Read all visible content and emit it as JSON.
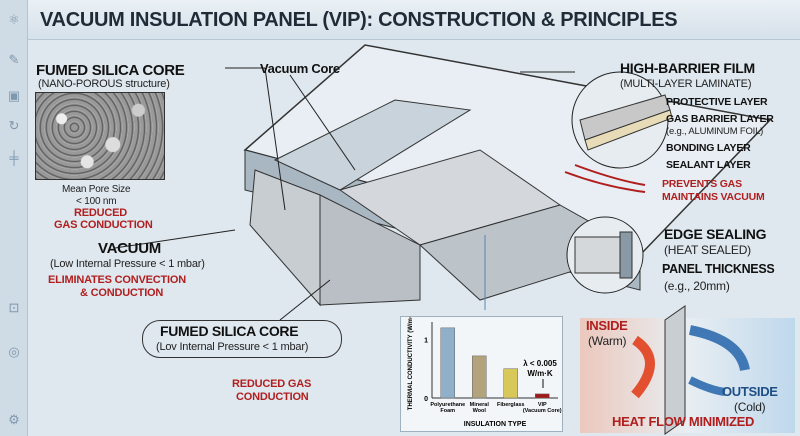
{
  "title": "VACUUM INSULATION PANEL (VIP): CONSTRUCTION & PRINCIPLES",
  "sidebar": {
    "icons": [
      "atom-icon",
      "edit-icon",
      "chip-icon",
      "refresh-icon",
      "component-icon",
      "lock-icon",
      "fingerprint-icon",
      "gear-icon"
    ]
  },
  "core_top": {
    "heading": "FUMED SILICA CORE",
    "sub": "(NANO-POROUS structure)",
    "pore1": "Mean Pore Size",
    "pore2": "< 100 nm",
    "effect1": "REDUCED",
    "effect2": "GAS CONDUCTION"
  },
  "vacuum_core": "Vacuum Core",
  "vacuum": {
    "heading": "VACUUM",
    "sub": "(Low Internal Pressure < 1 mbar)",
    "effect1": "ELIMINATES CONVECTION",
    "effect2": "& CONDUCTION"
  },
  "core_bottom": {
    "heading": "FUMED SILICA CORE",
    "sub": "(Lov Internal Pressure < 1 mbar)",
    "effect1": "REDUCED GAS",
    "effect2": "CONDUCTION"
  },
  "film": {
    "heading": "HIGH-BARRIER FILM",
    "sub": "(MULTI-LAYER LAMINATE)",
    "layers": [
      "PROTECTIVE LAYER",
      "GAS BARRIER LAYER",
      "BONDING LAYER",
      "SEALANT LAYER"
    ],
    "barrier_note": "(e.g., ALUMINUM FOIL)",
    "effect1": "PREVENTS GAS",
    "effect2": "MAINTAINS VACUUM"
  },
  "edge": {
    "heading": "EDGE SEALING",
    "sub": "(HEAT SEALED)",
    "thickness": "PANEL THICKNESS",
    "thickness_sub": "(e.g., 20mm)"
  },
  "heat": {
    "inside": "INSIDE",
    "inside_sub": "(Warm)",
    "outside": "OUTSIDE",
    "outside_sub": "(Cold)",
    "caption": "HEAT FLOW MINIMIZED"
  },
  "colors": {
    "red": "#b11e1e",
    "warm": "#e2502f",
    "cold": "#3f78b5"
  },
  "chart_data": {
    "type": "bar",
    "title": "",
    "xlabel": "INSULATION TYPE",
    "ylabel": "THERMAL CONDUCTIVITY (W/m·K)",
    "ylim": [
      0,
      1.3
    ],
    "yticks": [
      "0",
      "1"
    ],
    "categories": [
      "Polyurethane Foam",
      "Mineral Wool",
      "Fiberglass",
      "VIP (Vacuum Core)"
    ],
    "values": [
      1.2,
      0.72,
      0.5,
      0.07
    ],
    "bar_colors": [
      "#8fb0c8",
      "#b3a37d",
      "#d8c85a",
      "#a11a1a"
    ],
    "annotation": "λ < 0.005",
    "annotation2": "W/m·K"
  }
}
